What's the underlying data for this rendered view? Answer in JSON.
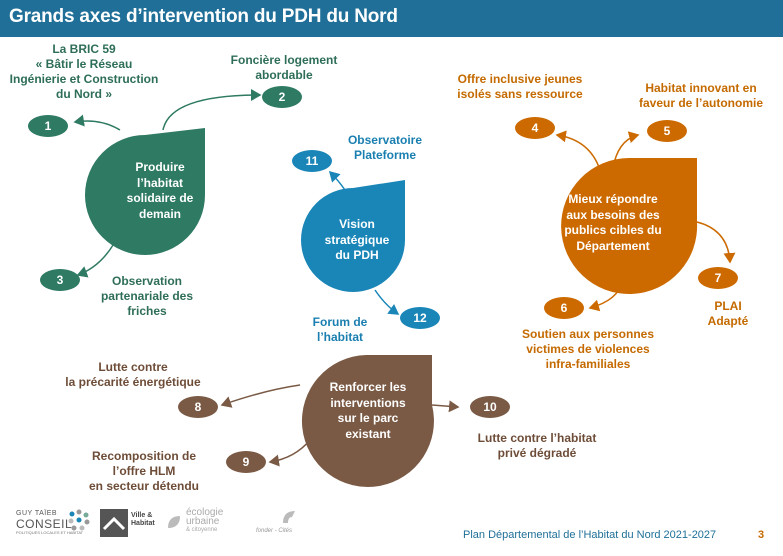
{
  "header": {
    "title": "Grands axes d’intervention du PDH du Nord"
  },
  "colors": {
    "header": "#1f6f98",
    "green": "#2e7a62",
    "green_text": "#2e6e57",
    "blue": "#1a86b8",
    "blue_text": "#1a7fb0",
    "orange": "#cc6a00",
    "orange_text": "#c46a00",
    "brown": "#7a5a45",
    "brown_text": "#6e4d38"
  },
  "axes": [
    {
      "id": "produire",
      "label_lines": [
        "Produire",
        "l’habitat",
        "solidaire de",
        "demain"
      ],
      "color": "green"
    },
    {
      "id": "vision",
      "label_lines": [
        "Vision",
        "stratégique",
        "du PDH"
      ],
      "color": "blue"
    },
    {
      "id": "besoins",
      "label_lines": [
        "Mieux répondre",
        "aux besoins des",
        "publics cibles du",
        "Département"
      ],
      "color": "orange"
    },
    {
      "id": "parc",
      "label_lines": [
        "Renforcer les",
        "interventions",
        "sur le parc",
        "existant"
      ],
      "color": "brown"
    }
  ],
  "actions": [
    {
      "num": "1",
      "lines": [
        "La BRIC 59",
        "« Bâtir le Réseau",
        "Ingénierie et Construction",
        "du Nord »"
      ]
    },
    {
      "num": "2",
      "lines": [
        "Foncière logement",
        "abordable"
      ]
    },
    {
      "num": "3",
      "lines": [
        "Observation",
        "partenariale des",
        "friches"
      ]
    },
    {
      "num": "4",
      "lines": [
        "Offre inclusive jeunes",
        "isolés sans ressource"
      ]
    },
    {
      "num": "5",
      "lines": [
        "Habitat innovant en",
        "faveur de l’autonomie"
      ]
    },
    {
      "num": "6",
      "lines": [
        "Soutien aux personnes",
        "victimes de violences",
        "infra-familiales"
      ]
    },
    {
      "num": "7",
      "lines": [
        "PLAI",
        "Adapté"
      ]
    },
    {
      "num": "8",
      "lines": [
        "Lutte contre",
        "la précarité énergétique"
      ]
    },
    {
      "num": "9",
      "lines": [
        "Recomposition de",
        "l’offre HLM",
        "en secteur détendu"
      ]
    },
    {
      "num": "10",
      "lines": [
        "Lutte contre l’habitat",
        "privé dégradé"
      ]
    },
    {
      "num": "11",
      "lines": [
        "Observatoire",
        "Plateforme"
      ]
    },
    {
      "num": "12",
      "lines": [
        "Forum de",
        "l’habitat"
      ]
    }
  ],
  "footer": {
    "text": "Plan Départemental de l’Habitat du Nord 2021-2027",
    "page": "3"
  },
  "logos": [
    {
      "name": "guy-taieb-conseil",
      "lines": [
        "GUY TAÏEB",
        "CONSEIL",
        "POLITIQUES LOCALES ET HABITAT"
      ]
    },
    {
      "name": "ville-habitat",
      "lines": [
        "Ville &",
        "Habitat"
      ]
    },
    {
      "name": "ecologie-urbaine",
      "lines": [
        "écologie",
        "urbaine",
        "& citoyenne"
      ]
    },
    {
      "name": "fonder-cite",
      "lines": [
        "fonder - Cités"
      ]
    }
  ]
}
